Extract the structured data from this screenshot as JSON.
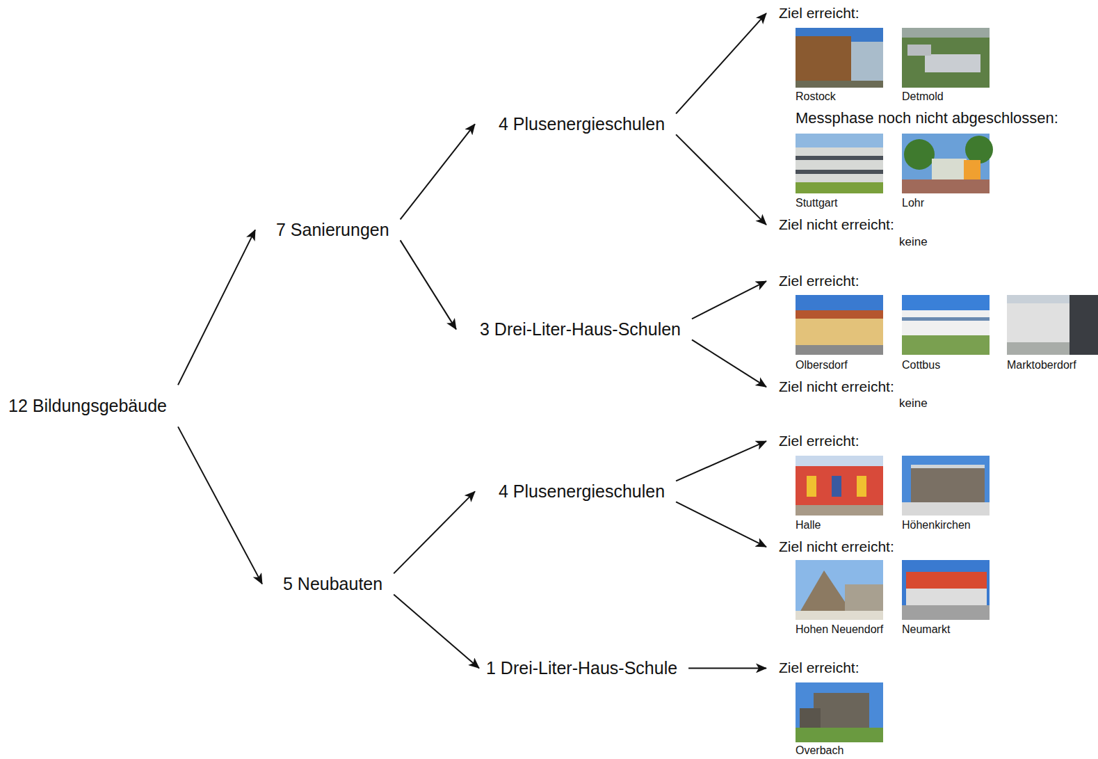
{
  "diagram": {
    "nodes": [
      {
        "text": [
          "12 Bildungsgebäude"
        ]
      },
      {
        "text": [
          "7 Sanierungen"
        ]
      },
      {
        "text": [
          "4 Plusenergieschulen"
        ]
      },
      {
        "text": [
          "Ziel erreicht:"
        ]
      },
      {
        "text": [
          "Ziel nicht erreicht:"
        ]
      },
      {
        "text": [
          "3 Drei-Liter-Haus-Schulen"
        ]
      },
      {
        "text": [
          "Ziel erreicht:"
        ]
      },
      {
        "text": [
          "Ziel nicht erreicht:"
        ]
      },
      {
        "text": [
          "5 Neubauten"
        ]
      },
      {
        "text": [
          "4 Plusenergieschulen"
        ]
      },
      {
        "text": [
          "Ziel erreicht:"
        ]
      },
      {
        "text": [
          "Ziel nicht erreicht:"
        ]
      },
      {
        "text": [
          "1 Drei-Liter-Haus-Schule"
        ]
      },
      {
        "text": [
          "Ziel erreicht:"
        ]
      }
    ],
    "edges": [
      {
        "from": 0,
        "to": 1,
        "arrow": "to"
      },
      {
        "from": 0,
        "to": 8,
        "arrow": "to"
      },
      {
        "from": 1,
        "to": 2,
        "arrow": "to"
      },
      {
        "from": 1,
        "to": 5,
        "arrow": "to"
      },
      {
        "from": 2,
        "to": 3,
        "arrow": "to"
      },
      {
        "from": 2,
        "to": 4,
        "arrow": "to"
      },
      {
        "from": 5,
        "to": 6,
        "arrow": "to"
      },
      {
        "from": 5,
        "to": 7,
        "arrow": "to"
      },
      {
        "from": 8,
        "to": 9,
        "arrow": "to"
      },
      {
        "from": 8,
        "to": 12,
        "arrow": "to"
      },
      {
        "from": 9,
        "to": 10,
        "arrow": "to"
      },
      {
        "from": 9,
        "to": 11,
        "arrow": "to"
      },
      {
        "from": 12,
        "to": 13,
        "arrow": "to"
      }
    ],
    "labels": [
      "Rostock",
      "Detmold",
      "Messphase noch nicht abgeschlossen:",
      "Stuttgart",
      "Lohr",
      "keine",
      "Olbersdorf",
      "Cottbus",
      "Marktoberdorf",
      "keine",
      "Halle",
      "Höhenkirchen",
      "Hohen Neuendorf",
      "Neumarkt",
      "Overbach"
    ]
  }
}
